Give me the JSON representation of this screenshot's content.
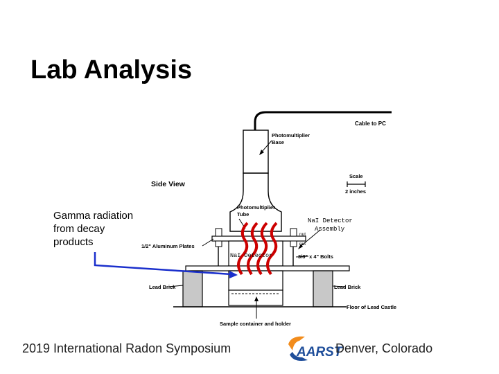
{
  "slide": {
    "title": "Lab Analysis",
    "callout": [
      "Gamma radiation",
      "from decay",
      "products"
    ],
    "footer_left": "2019 International Radon Symposium",
    "footer_right": "Denver, Colorado",
    "logo_text": "AARST"
  },
  "diagram": {
    "side_view": "Side View",
    "cable": "Cable to PC",
    "pm_base": [
      "Photomultiplier",
      "Base"
    ],
    "pm_tube": [
      "Photomultiplier",
      "Tube"
    ],
    "scale": [
      "Scale",
      "2 inches"
    ],
    "nai_assembly": [
      "NaI Detector",
      "Assembly"
    ],
    "nai_detector": "NaI Detector",
    "nut": "nut",
    "plates": "1/2\" Aluminum Plates",
    "bolts": "3/8\" x 4\" Bolts",
    "lead_brick_left": "Lead Brick",
    "lead_brick_right": "Lead Brick",
    "floor": "Floor of Lead Castle",
    "sample": "Sample container and holder"
  },
  "colors": {
    "wave": "#cc0000",
    "arrow": "#1a2fcc",
    "brick": "#c8c8c8",
    "logo_blue": "#1f4e9a",
    "logo_orange": "#f28c1c"
  }
}
